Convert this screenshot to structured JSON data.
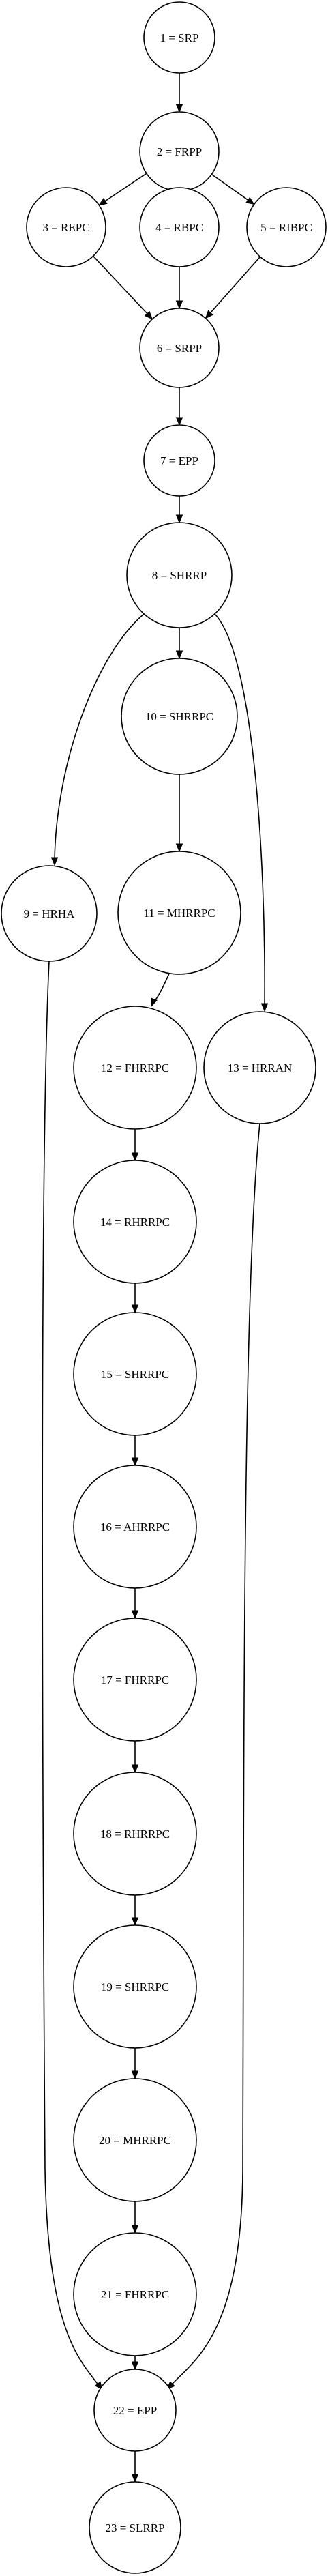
{
  "nodes": [
    {
      "id": "1",
      "label": "1 = SRP"
    },
    {
      "id": "2",
      "label": "2 = FRPP"
    },
    {
      "id": "3",
      "label": "3 = REPC"
    },
    {
      "id": "4",
      "label": "4 = RBPC"
    },
    {
      "id": "5",
      "label": "5 = RIBPC"
    },
    {
      "id": "6",
      "label": "6 = SRPP"
    },
    {
      "id": "7",
      "label": "7 = EPP"
    },
    {
      "id": "8",
      "label": "8 = SHRRP"
    },
    {
      "id": "9",
      "label": "9 = HRHA"
    },
    {
      "id": "10",
      "label": "10 = SHRRPC"
    },
    {
      "id": "11",
      "label": "11 = MHRRPC"
    },
    {
      "id": "12",
      "label": "12 = FHRRPC"
    },
    {
      "id": "13",
      "label": "13 = HRRAN"
    },
    {
      "id": "14",
      "label": "14 = RHRRPC"
    },
    {
      "id": "15",
      "label": "15 = SHRRPC"
    },
    {
      "id": "16",
      "label": "16 = AHRRPC"
    },
    {
      "id": "17",
      "label": "17 = FHRRPC"
    },
    {
      "id": "18",
      "label": "18 = RHRRPC"
    },
    {
      "id": "19",
      "label": "19 = SHRRPC"
    },
    {
      "id": "20",
      "label": "20 = MHRRPC"
    },
    {
      "id": "21",
      "label": "21 = FHRRPC"
    },
    {
      "id": "22",
      "label": "22 = EPP"
    },
    {
      "id": "23",
      "label": "23 = SLRRP"
    }
  ],
  "edges": [
    {
      "from": "1",
      "to": "2"
    },
    {
      "from": "2",
      "to": "3"
    },
    {
      "from": "2",
      "to": "4"
    },
    {
      "from": "2",
      "to": "5"
    },
    {
      "from": "3",
      "to": "6"
    },
    {
      "from": "4",
      "to": "6"
    },
    {
      "from": "5",
      "to": "6"
    },
    {
      "from": "6",
      "to": "7"
    },
    {
      "from": "7",
      "to": "8"
    },
    {
      "from": "8",
      "to": "9"
    },
    {
      "from": "8",
      "to": "10"
    },
    {
      "from": "8",
      "to": "13"
    },
    {
      "from": "10",
      "to": "11"
    },
    {
      "from": "11",
      "to": "12"
    },
    {
      "from": "12",
      "to": "14"
    },
    {
      "from": "14",
      "to": "15"
    },
    {
      "from": "15",
      "to": "16"
    },
    {
      "from": "16",
      "to": "17"
    },
    {
      "from": "17",
      "to": "18"
    },
    {
      "from": "18",
      "to": "19"
    },
    {
      "from": "19",
      "to": "20"
    },
    {
      "from": "20",
      "to": "21"
    },
    {
      "from": "21",
      "to": "22"
    },
    {
      "from": "9",
      "to": "22"
    },
    {
      "from": "13",
      "to": "22"
    },
    {
      "from": "22",
      "to": "23"
    }
  ]
}
